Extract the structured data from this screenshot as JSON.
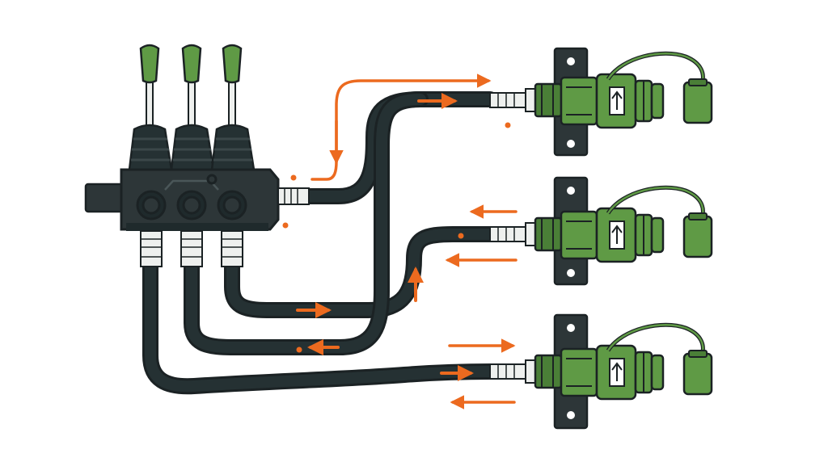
{
  "diagram": {
    "valve": {
      "levers": 3,
      "ports_bottom": 3,
      "ports_side": 1
    },
    "couplers": {
      "count": 3,
      "cap": "dust-cap",
      "marking": "up-arrow"
    },
    "colors": {
      "hose": "#1f2a2c",
      "valve_body": "#2d3638",
      "outline": "#1b2224",
      "lever_knob": "#5f9a45",
      "coupler_body": "#5f9a45",
      "coupler_dark": "#4a7f37",
      "fitting": "#eef0ee",
      "bracket": "#2d3638",
      "flow_arrow": "#ec6a1f",
      "background": "#ffffff"
    }
  }
}
